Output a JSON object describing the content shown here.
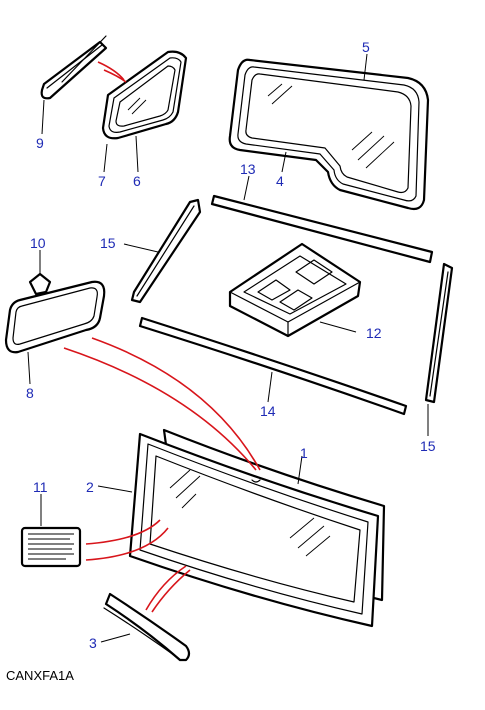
{
  "diagram": {
    "drawing_code": "CANXFA1A",
    "colors": {
      "outline": "#000000",
      "callout": "#1f2bb5",
      "pointer": "#d8151b"
    },
    "callouts": [
      {
        "id": "1",
        "label": "1"
      },
      {
        "id": "2",
        "label": "2"
      },
      {
        "id": "3",
        "label": "3"
      },
      {
        "id": "4",
        "label": "4"
      },
      {
        "id": "5",
        "label": "5"
      },
      {
        "id": "7",
        "label": "7"
      },
      {
        "id": "6",
        "label": "6"
      },
      {
        "id": "8",
        "label": "8"
      },
      {
        "id": "9",
        "label": "9"
      },
      {
        "id": "10",
        "label": "10"
      },
      {
        "id": "11",
        "label": "11"
      },
      {
        "id": "12",
        "label": "12"
      },
      {
        "id": "13",
        "label": "13"
      },
      {
        "id": "14",
        "label": "14"
      },
      {
        "id": "15a",
        "label": "15"
      },
      {
        "id": "15b",
        "label": "15"
      }
    ]
  }
}
